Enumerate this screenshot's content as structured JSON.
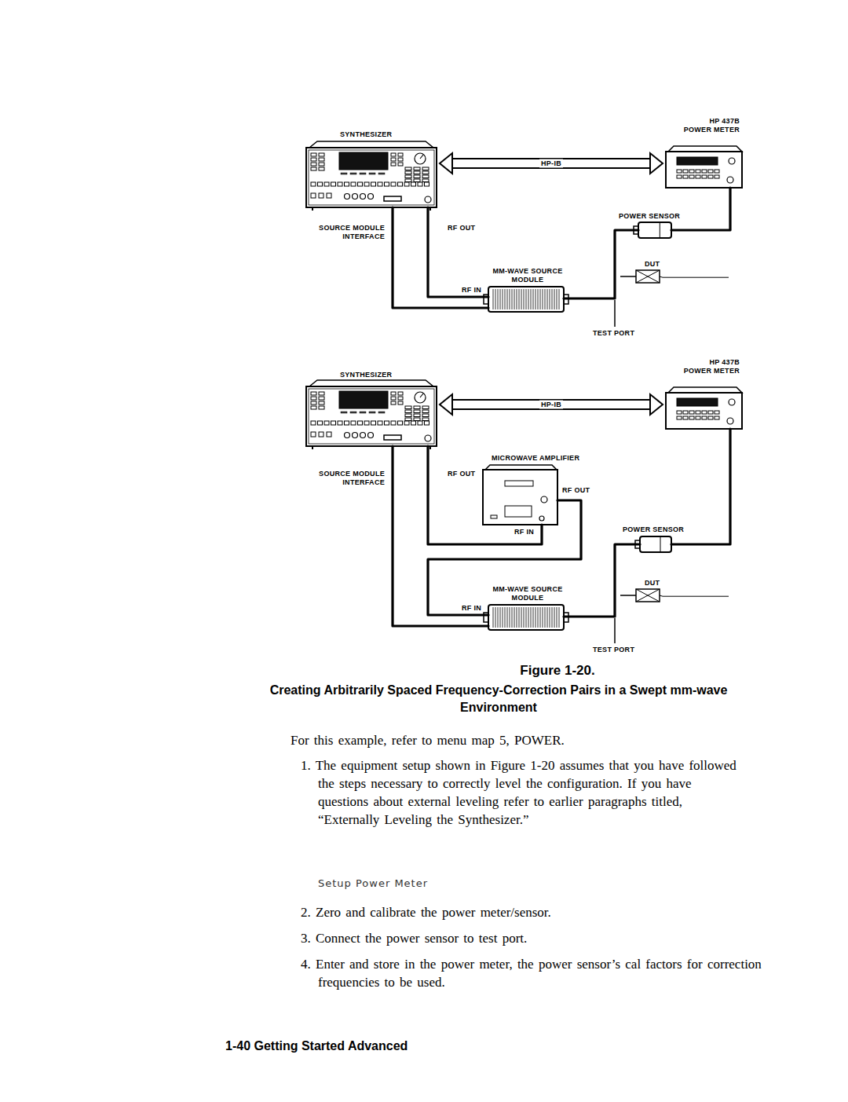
{
  "diagram": {
    "caption": "Creating Arbitrarily Spaced Frequency-Correction Pairs in a Swept mm-wave Environment",
    "nodes": [
      {
        "text": [
          "SYNTHESIZER"
        ]
      },
      {
        "text": [
          "HP 437B POWER METER"
        ]
      },
      {
        "text": [
          "POWER SENSOR"
        ]
      },
      {
        "text": [
          "MM-WAVE SOURCE MODULE"
        ]
      },
      {
        "text": [
          "DUT"
        ]
      },
      {
        "text": [
          "SYNTHESIZER"
        ]
      },
      {
        "text": [
          "HP 437B POWER METER"
        ]
      },
      {
        "text": [
          "MICROWAVE AMPLIFIER"
        ]
      },
      {
        "text": [
          "POWER SENSOR"
        ]
      },
      {
        "text": [
          "MM-WAVE SOURCE MODULE"
        ]
      },
      {
        "text": [
          "DUT"
        ]
      }
    ],
    "edges": [
      {
        "from": 0,
        "to": 1,
        "arrow": "both",
        "label": "HP-IB"
      },
      {
        "from": 0,
        "to": 3,
        "arrow": "none"
      },
      {
        "from": 0,
        "to": 3,
        "arrow": "none"
      },
      {
        "from": 2,
        "to": 1,
        "arrow": "none"
      },
      {
        "from": 3,
        "to": 2,
        "arrow": "none"
      },
      {
        "from": 5,
        "to": 6,
        "arrow": "both",
        "label": "HP-IB"
      },
      {
        "from": 5,
        "to": 9,
        "arrow": "none"
      },
      {
        "from": 5,
        "to": 7,
        "arrow": "none"
      },
      {
        "from": 7,
        "to": 9,
        "arrow": "none"
      },
      {
        "from": 8,
        "to": 6,
        "arrow": "none"
      },
      {
        "from": 9,
        "to": 8,
        "arrow": "none"
      }
    ],
    "labels": [
      "SOURCE MODULE INTERFACE",
      "RF OUT",
      "RF IN",
      "TEST PORT",
      "SOURCE MODULE INTERFACE",
      "RF OUT",
      "RF OUT",
      "RF IN",
      "RF IN",
      "TEST PORT",
      "Figure 1-20.",
      "For this example, refer to menu map 5, POWER.",
      "1. The equipment setup shown in Figure 1-20 assumes that you have followed the steps necessary to correctly level the configuration. If you have questions about external leveling refer to earlier paragraphs titled, “Externally Leveling the Synthesizer.”",
      "Setup Power Meter",
      "2. Zero and calibrate the power meter/sensor.",
      "3. Connect the power sensor to test port.",
      "4. Enter and store in the power meter, the power sensor’s cal factors for correction frequencies to be used.",
      "1-40 Getting Started Advanced"
    ]
  }
}
